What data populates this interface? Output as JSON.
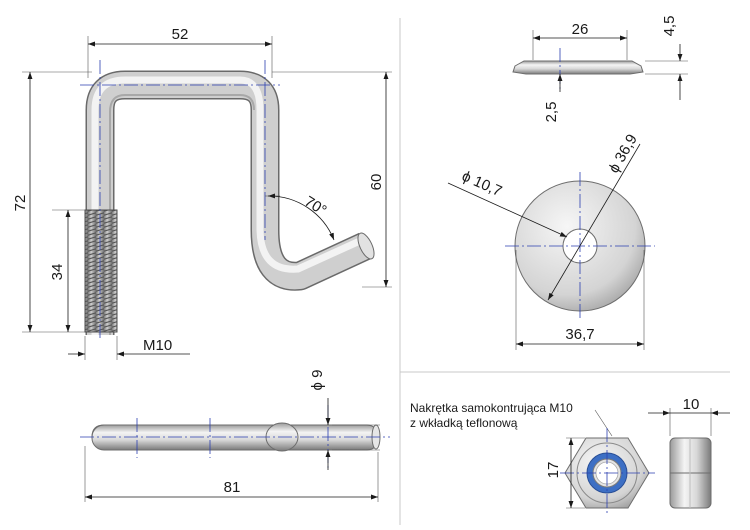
{
  "bolt_view": {
    "width_dim": "52",
    "height_dim": "72",
    "thread_len_dim": "34",
    "leg_dim": "60",
    "angle_dim": "70°",
    "thread_label": "M10"
  },
  "bolt_top_view": {
    "length_dim": "81",
    "diameter_dim": "ϕ 9"
  },
  "washer_side_view": {
    "width_dim": "26",
    "height_dim": "4,5",
    "thickness_dim": "2,5"
  },
  "washer_front_view": {
    "inner_dia_dim": "ϕ 10,7",
    "outer_dia_dim": "ϕ 36,9",
    "width_dim": "36,7"
  },
  "nut": {
    "label_line1": "Nakrętka samokontrująca M10",
    "label_line2": "z wkładką teflonową",
    "height_dim": "17",
    "width_dim": "10"
  },
  "colors": {
    "insert_blue": "#3d6fc4",
    "center_line": "#2b3fb0",
    "metal_light": "#eeeeee",
    "metal_dark": "#8a8a8a"
  }
}
